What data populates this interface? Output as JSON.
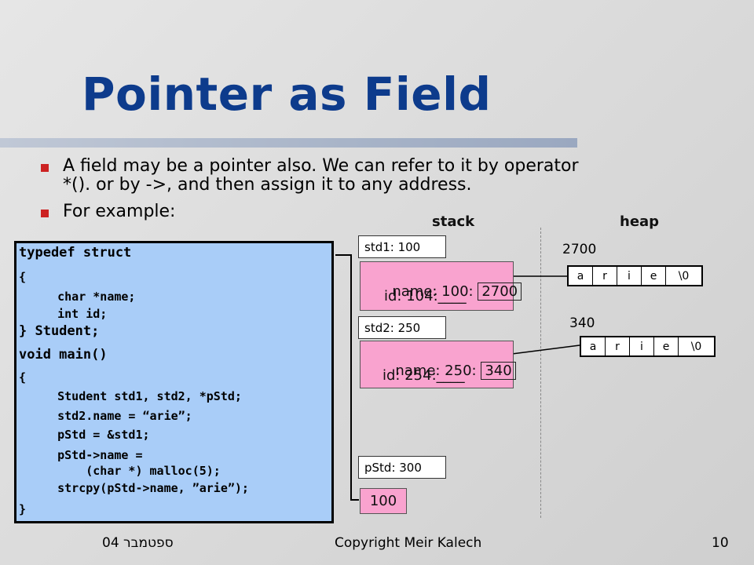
{
  "slide": {
    "title": "Pointer as Field",
    "bullets": [
      "A field may be a pointer also. We can refer to it by operator\n*(). or by ->, and then assign it to any address.",
      "For example:"
    ]
  },
  "code": {
    "lines": [
      "typedef struct",
      "{",
      "    char *name;",
      "    int id;",
      "} Student;",
      "void main()",
      "{",
      "    Student std1, std2, *pStd;",
      "    std2.name = “arie”;",
      "    pStd = &std1;",
      "    pStd->name =",
      "        (char *) malloc(5);",
      "    strcpy(pStd->name, ”arie”);",
      "}"
    ]
  },
  "memory": {
    "stack_label": "stack",
    "heap_label": "heap",
    "std1_label": "std1: 100",
    "std1_name_prefix": "name: 100: ",
    "std1_name_value": "2700",
    "std1_id": "id: 104:____",
    "std2_label": "std2: 250",
    "std2_name_prefix": "name: 250: ",
    "std2_name_value": "340",
    "std2_id": "id: 254:____",
    "pstd_label": "pStd: 300",
    "pstd_value": "100",
    "heap1_addr": "2700",
    "heap2_addr": "340",
    "heap_chars": [
      "a",
      "r",
      "i",
      "e",
      "\\0"
    ]
  },
  "footer": {
    "date": "04 ספטמבר",
    "copyright": "Copyright Meir Kalech",
    "page": "10"
  },
  "colors": {
    "title": "#0d3b8c",
    "bullet": "#cc2222",
    "code_bg": "#a9cdf8",
    "memory_box": "#f9a3cf"
  }
}
